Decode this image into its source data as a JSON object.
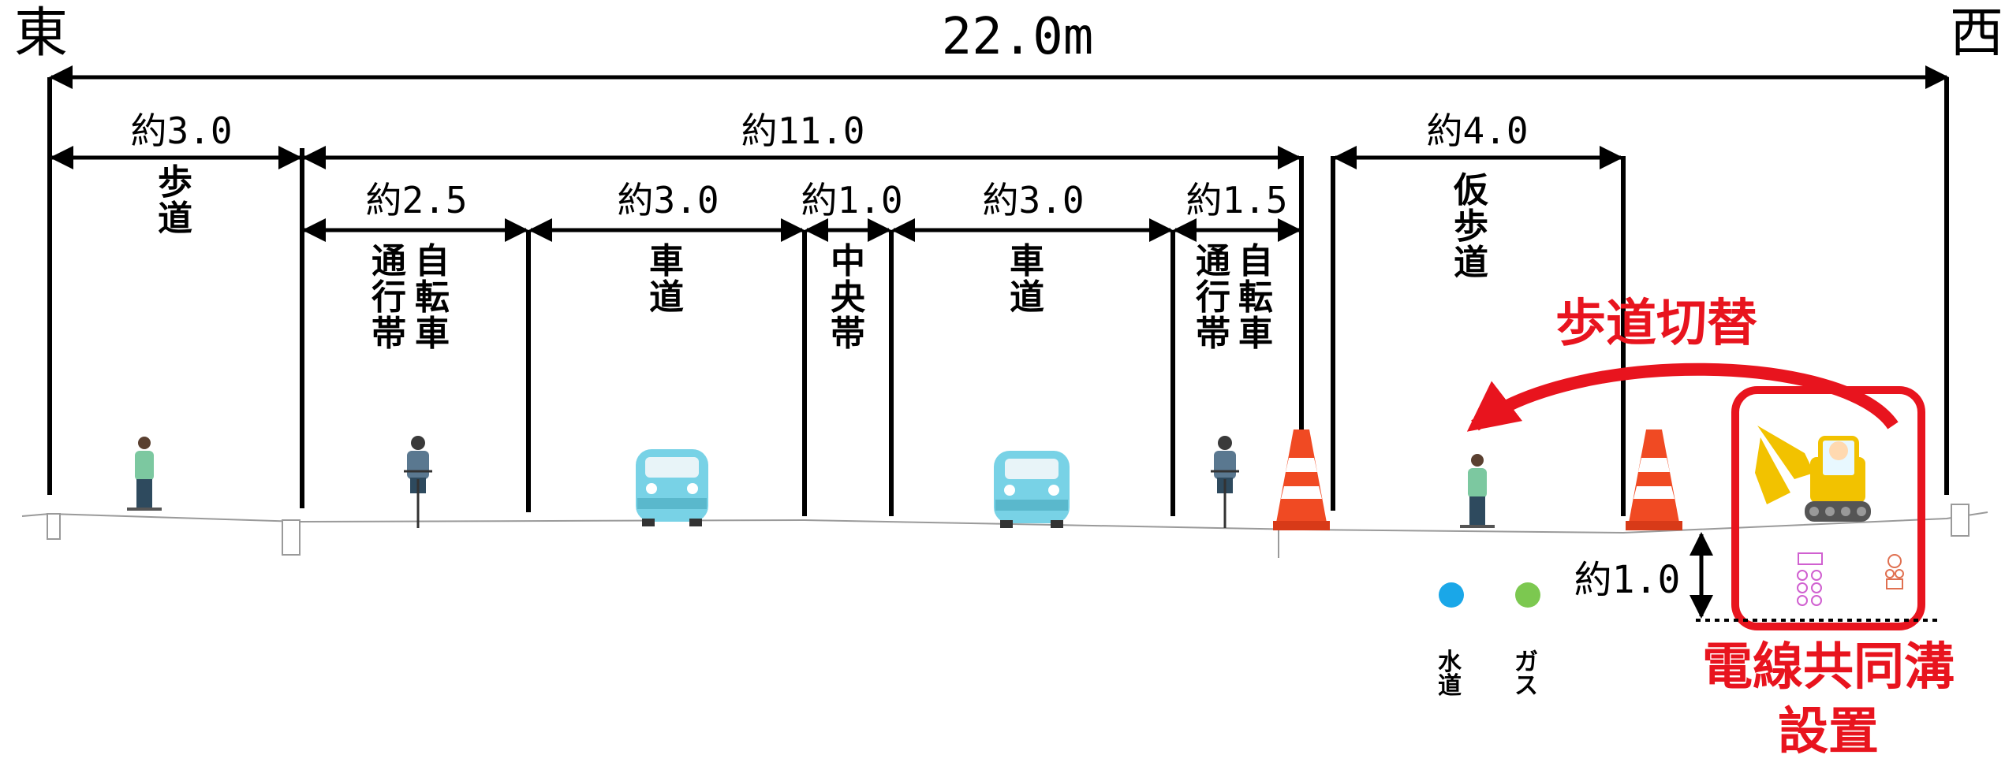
{
  "direction": {
    "east": "東",
    "west": "西"
  },
  "total_width": "22.0m",
  "sections_top": [
    {
      "dim": "約3.0",
      "label": [
        "歩",
        "道"
      ]
    },
    {
      "dim": "約11.0"
    },
    {
      "dim": "約4.0",
      "label": [
        "仮",
        "歩",
        "道"
      ]
    }
  ],
  "lanes": [
    {
      "dim": "約2.5",
      "label_cols": [
        [
          "通",
          "行",
          "帯"
        ],
        [
          "自",
          "転",
          "車"
        ]
      ]
    },
    {
      "dim": "約3.0",
      "label": [
        "車",
        "道"
      ]
    },
    {
      "dim": "約1.0",
      "label": [
        "中",
        "央",
        "帯"
      ]
    },
    {
      "dim": "約3.0",
      "label": [
        "車",
        "道"
      ]
    },
    {
      "dim": "約1.5",
      "label_cols": [
        [
          "通",
          "行",
          "帯"
        ],
        [
          "自",
          "転",
          "車"
        ]
      ]
    }
  ],
  "depth_dim": "約1.0",
  "utilities": [
    {
      "label": [
        "水",
        "道"
      ],
      "color": "#1aa7e8"
    },
    {
      "label": [
        "ガ",
        "ス"
      ],
      "color": "#7cc850"
    }
  ],
  "callouts": {
    "sidewalk_switch": "歩道切替",
    "trench_line1": "電線共同溝",
    "trench_line2": "設置"
  },
  "colors": {
    "accent_red": "#e8141e",
    "cone": "#f04a23",
    "car": "#78d2e6",
    "excavator": "#f2c200"
  }
}
